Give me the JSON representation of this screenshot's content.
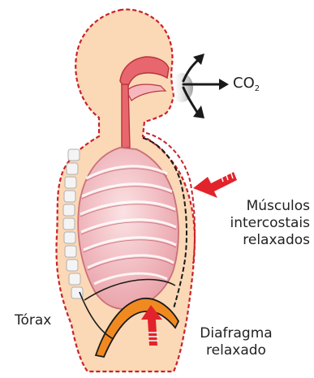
{
  "labels": {
    "co2_main": "CO",
    "co2_sub": "2",
    "muscles_line1": "Músculos",
    "muscles_line2": "intercostais",
    "muscles_line3": "relaxados",
    "thorax": "Tórax",
    "diaphragm_line1": "Diafragma",
    "diaphragm_line2": "relaxado"
  },
  "colors": {
    "skin": "#fbd8b6",
    "outline": "#c8222a",
    "airway": "#e8676f",
    "airway_light": "#f6b8bd",
    "lung": "#f4c4c8",
    "rib": "#f2f2f2",
    "diaphragm": "#f08a20",
    "arrow": "#e3232b",
    "black": "#1a1a1a"
  }
}
